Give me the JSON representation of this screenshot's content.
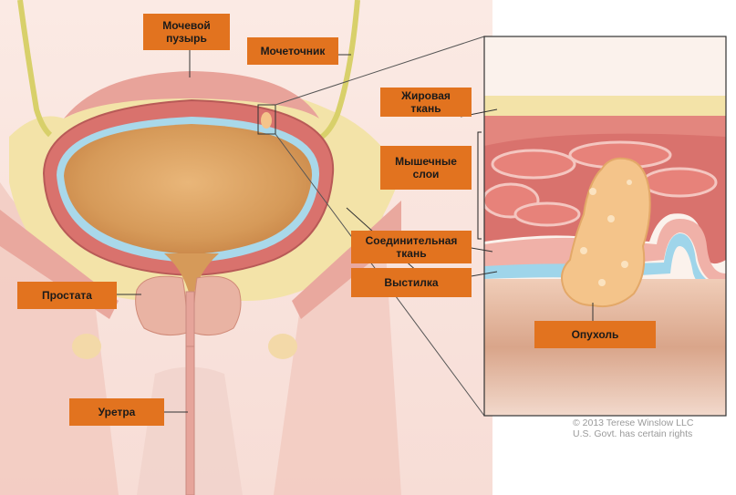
{
  "labels": {
    "bladder": "Мочевой\nпузырь",
    "ureter": "Мочеточник",
    "fat": "Жировая\nткань",
    "muscle": "Мышечные\nслои",
    "connective": "Соединительная\nткань",
    "lining": "Выстилка",
    "prostate": "Простата",
    "urethra": "Уретра",
    "tumor": "Опухоль"
  },
  "credit": {
    "line1": "© 2013 Terese Winslow LLC",
    "line2": "U.S. Govt. has certain rights"
  },
  "colors": {
    "label_bg": "#e2731f",
    "bladder_inside": "#dca15e",
    "muscle": "#d9726d",
    "fat": "#f3e3a8",
    "lining": "#9fd5ea",
    "tumor": "#f4c48a"
  }
}
